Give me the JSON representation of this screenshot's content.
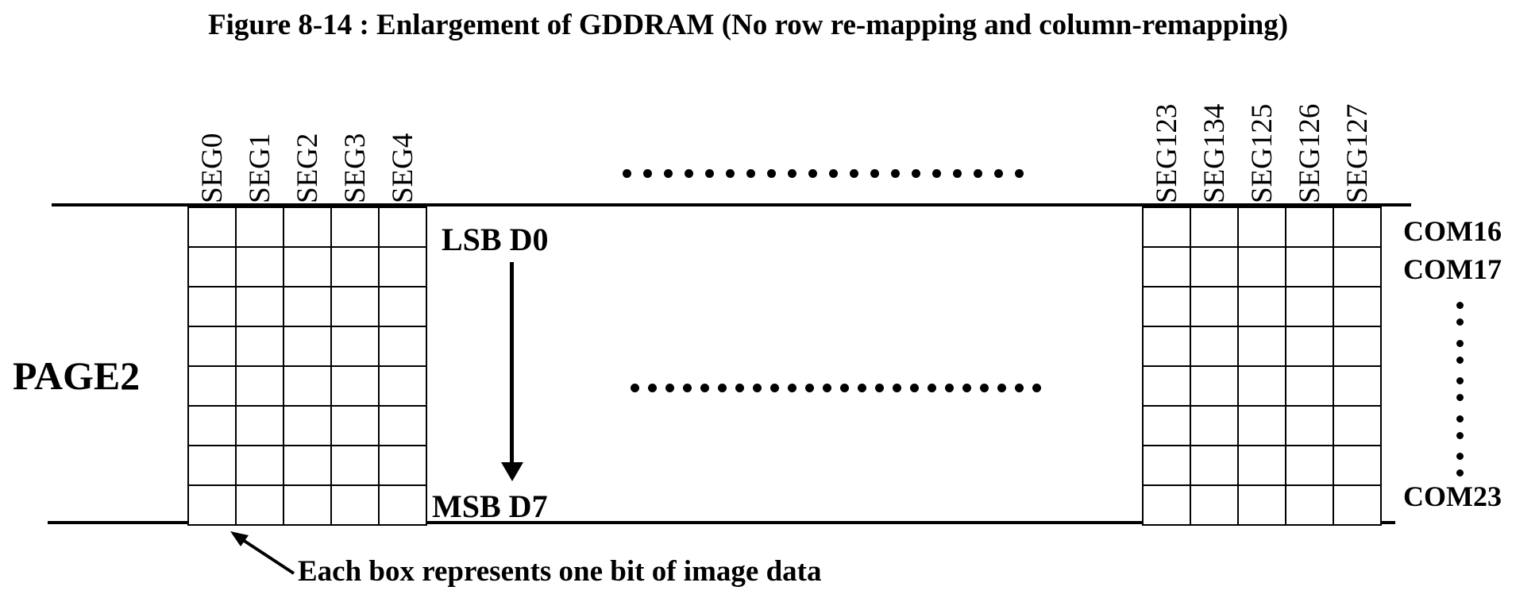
{
  "title": "Figure 8-14 : Enlargement of GDDRAM (No row re-mapping and column-remapping)",
  "left_segments": [
    "SEG0",
    "SEG1",
    "SEG2",
    "SEG3",
    "SEG4"
  ],
  "right_segments": [
    "SEG123",
    "SEG134",
    "SEG125",
    "SEG126",
    "SEG127"
  ],
  "page_label": "PAGE2",
  "lsb_label": "LSB D0",
  "msb_label": "MSB D7",
  "com_labels": [
    "COM16",
    "COM17",
    "COM23"
  ],
  "annotation": "Each box represents one bit of image data",
  "grid": {
    "rows": 8,
    "cols": 5
  },
  "ellipsis": {
    "top_dot_count": 20,
    "middle_dot_count": 24,
    "com_pair_count": 5
  },
  "colors": {
    "ink": "#000000",
    "background": "#ffffff"
  }
}
